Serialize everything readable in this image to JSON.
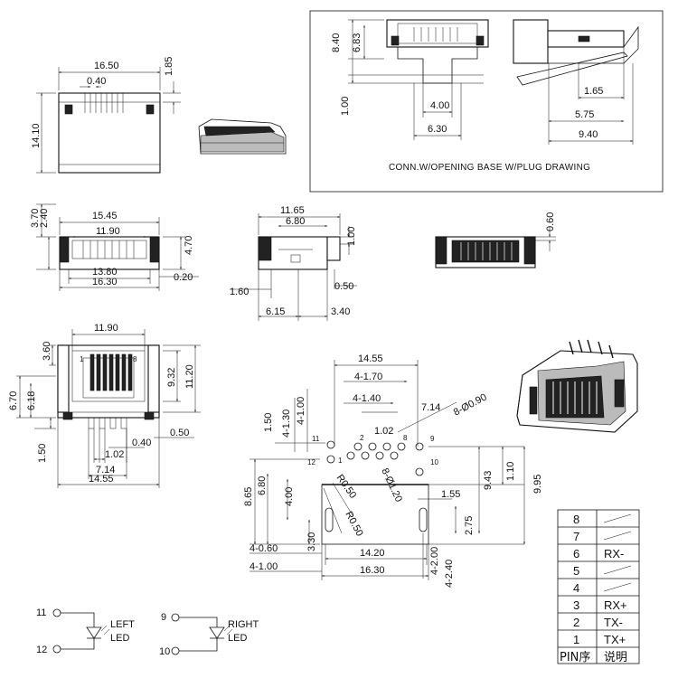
{
  "title_box": {
    "caption": "CONN.W/OPENING BASE W/PLUG DRAWING",
    "dims": {
      "h840": "8.40",
      "h683": "6.83",
      "h100": "1.00",
      "w400": "4.00",
      "w630": "6.30",
      "w165": "1.65",
      "w575": "5.75",
      "w940": "9.40"
    }
  },
  "top_left": {
    "d1650": "16.50",
    "d040": "0.40",
    "d185": "1.85",
    "d1410": "14.10"
  },
  "row2": {
    "d1545": "15.45",
    "d1190": "11.90",
    "d370": "3.70",
    "d240": "2.40",
    "d470": "4.70",
    "d1380": "13.80",
    "d1630": "16.30",
    "d020": "0.20"
  },
  "row2_mid": {
    "d1165": "11.65",
    "d680": "6.80",
    "d100": "1.00",
    "d160": "1.60",
    "d050": "0.50",
    "d615": "6.15",
    "d340": "3.40"
  },
  "row2_right": {
    "d060": "0.60"
  },
  "front": {
    "d1190": "11.90",
    "d360": "3.60",
    "d932": "9.32",
    "d1120": "11.20",
    "d670": "6.70",
    "d618": "6.18",
    "d150": "1.50",
    "d050": "0.50",
    "d040": "0.40",
    "d102": "1.02",
    "d714": "7.14",
    "d1455": "14.55",
    "pin1": "1",
    "pin8": "8"
  },
  "pcb": {
    "d1455": "14.55",
    "d4x170": "4-1.70",
    "d4x140": "4-1.40",
    "d4x100": "4-1.00",
    "d4x130": "4-1.30",
    "d150": "1.50",
    "d714": "7.14",
    "d8x090": "8-Ø0.90",
    "d102": "1.02",
    "d8x120": "8-Ø1.20",
    "dR050a": "R0.50",
    "dR050b": "R0.50",
    "d865": "8.65",
    "d680": "6.80",
    "d400": "4.00",
    "d330": "3.30",
    "d4x060": "4-0.60",
    "d4x100b": "4-1.00",
    "d1420": "14.20",
    "d1630": "16.30",
    "d155": "1.55",
    "d275": "2.75",
    "d943": "9.43",
    "d110": "1.10",
    "d995": "9.95",
    "d4x200": "4-2.00",
    "d4x240": "4-2.40",
    "pins": {
      "p1": "1",
      "p2": "2",
      "p8": "8",
      "p9": "9",
      "p10": "10",
      "p11": "11",
      "p12": "12"
    }
  },
  "led_left": {
    "a": "11",
    "b": "12",
    "label1": "LEFT",
    "label2": "LED"
  },
  "led_right": {
    "a": "9",
    "b": "10",
    "label1": "RIGHT",
    "label2": "LED"
  },
  "pin_table": {
    "rows": [
      {
        "pin": "8",
        "desc": ""
      },
      {
        "pin": "7",
        "desc": ""
      },
      {
        "pin": "6",
        "desc": "RX-"
      },
      {
        "pin": "5",
        "desc": ""
      },
      {
        "pin": "4",
        "desc": ""
      },
      {
        "pin": "3",
        "desc": "RX+"
      },
      {
        "pin": "2",
        "desc": "TX-"
      },
      {
        "pin": "1",
        "desc": "TX+"
      }
    ],
    "header_pin": "PIN序",
    "header_desc": "说明"
  }
}
